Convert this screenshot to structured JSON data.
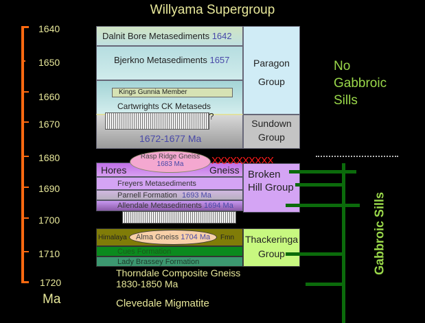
{
  "title": "Willyama Supergroup",
  "axis": {
    "ticks": [
      "1640",
      "1650",
      "1660",
      "1670",
      "1680",
      "1690",
      "1700",
      "1710",
      "1720"
    ],
    "unit": "Ma",
    "color": "#ff6a10"
  },
  "paragon": {
    "dalnit": {
      "name": "Dalnit Bore Metasediments",
      "age": "1642"
    },
    "bjerkno": {
      "name": "Bjerkno Metasediments",
      "age": "1657"
    },
    "kings": "Kings Gunnia Member",
    "cartwrights": "Cartwrights CK Metaseds",
    "qq": "??",
    "age_range": "1672-1677 Ma",
    "group_line1": "Paragon",
    "group_line2": "Group"
  },
  "sundown": {
    "line1": "Sundown",
    "line2": "Group"
  },
  "broken_hill": {
    "rasp_name": "Rasp Ridge Gneiss",
    "rasp_age": "1683 Ma",
    "xs": "XXXXXXXXXX",
    "hores": "Hores",
    "gneiss": "Gneiss",
    "freyers": "Freyers Metasediments",
    "parnell": {
      "name": "Parnell Formation",
      "age": "1693 Ma"
    },
    "allendale": {
      "name": "Allendale Metasediments",
      "age": "1694 Ma"
    },
    "group_line1": "Broken",
    "group_line2": "Hill Group"
  },
  "thackaringa": {
    "himalaya": "Himalaya",
    "alma_name": "Alma Gneiss",
    "alma_age": "1704 Ma",
    "fmn": "Fmn",
    "cues": "Cues Formation",
    "lady": "Lady Brassey Formation",
    "group_line1": "Thackeringa",
    "group_line2": "Group"
  },
  "basement": {
    "thorndale": "Thorndale Composite Gneiss",
    "thorndale_age": "1830-1850 Ma",
    "clevedale": "Clevedale Migmatite"
  },
  "annotations": {
    "no_sills": [
      "No",
      "Gabbroic",
      "Sills"
    ],
    "sills": "Gabbroic Sills"
  }
}
